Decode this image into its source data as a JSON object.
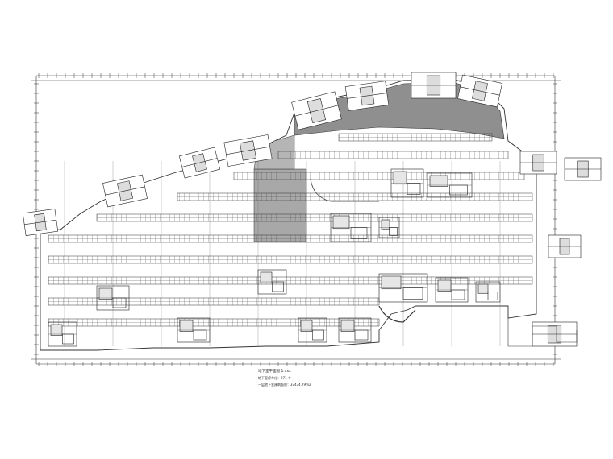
{
  "drawing": {
    "type": "basement parking floor plan (CAD line drawing)",
    "title_block": {
      "line1": "地下室平面图",
      "line1_scale": "1:xxx",
      "line2": "地下室停车位：271 个",
      "line3": "一层地下室建筑面积：37474.79m2"
    }
  },
  "colors": {
    "line": "#333333",
    "hatch": "#8c8c8c",
    "background": "#ffffff"
  }
}
